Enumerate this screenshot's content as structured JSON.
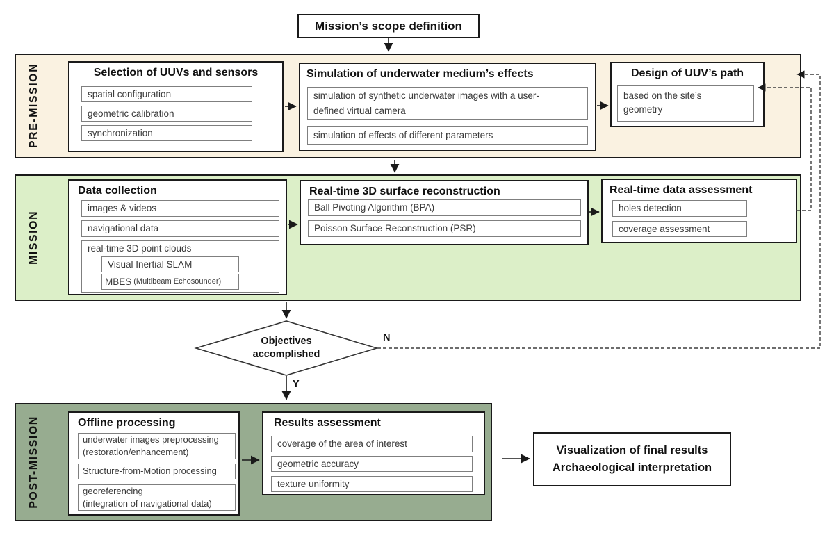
{
  "flowchart": {
    "scope_box": "Mission’s scope definition",
    "pre_mission": {
      "band_label": "PRE-MISSION",
      "selection": {
        "title": "Selection of UUVs and sensors",
        "items": [
          "spatial configuration",
          "geometric calibration",
          "synchronization"
        ]
      },
      "simulation": {
        "title": "Simulation of underwater medium’s effects",
        "items": [
          "simulation of synthetic underwater images with a user-\ndefined virtual camera",
          "simulation of effects of different parameters"
        ]
      },
      "design": {
        "title": "Design of UUV’s path",
        "items": [
          "based on the site’s\ngeometry"
        ]
      }
    },
    "mission": {
      "band_label": "MISSION",
      "data_collection": {
        "title": "Data collection",
        "items": [
          "images & videos",
          "navigational data"
        ],
        "point_clouds": {
          "label": "real-time 3D point clouds",
          "items": [
            "Visual Inertial SLAM"
          ],
          "mbes_main": "MBES",
          "mbes_detail": "(Multibeam Echosounder)"
        }
      },
      "reconstruction": {
        "title": "Real-time 3D surface reconstruction",
        "items": [
          "Ball Pivoting Algorithm (BPA)",
          "Poisson Surface Reconstruction (PSR)"
        ]
      },
      "assessment": {
        "title": "Real-time data assessment",
        "items": [
          "holes detection",
          "coverage assessment"
        ]
      }
    },
    "decision": {
      "label": "Objectives\naccomplished",
      "no_label": "N",
      "yes_label": "Y"
    },
    "post_mission": {
      "band_label": "POST-MISSION",
      "offline": {
        "title": "Offline processing",
        "items": [
          "underwater images preprocessing\n(restoration/enhancement)",
          "Structure-from-Motion processing",
          "georeferencing\n(integration of navigational data)"
        ]
      },
      "results": {
        "title": "Results assessment",
        "items": [
          "coverage of the area of interest",
          "geometric accuracy",
          "texture uniformity"
        ]
      }
    },
    "final_box": "Visualization of final results\nArchaeological interpretation",
    "colors": {
      "pre_band_bg": "#faf2e1",
      "mission_band_bg": "#dcefc8",
      "post_band_bg": "#97ac90",
      "border": "#1a1a1a",
      "sub_border": "#7f7f7f"
    }
  }
}
